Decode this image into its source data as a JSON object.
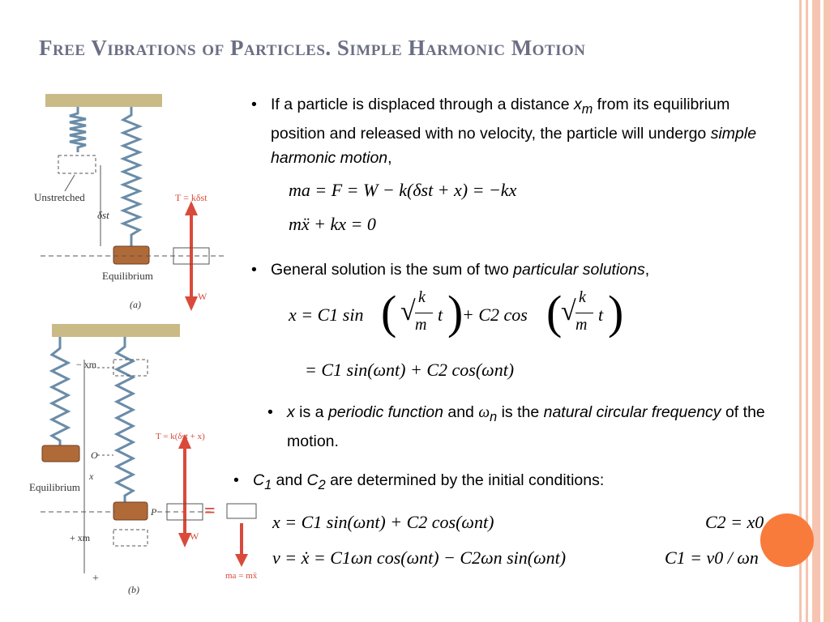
{
  "slide": {
    "title": "Free Vibrations of Particles.  Simple Harmonic Motion",
    "accent_color": "#6b6f84",
    "stripe_color": "#f6c4b0",
    "dot_color": "#f87b3c"
  },
  "figure_labels": {
    "unstretched": "Unstretched",
    "delta_st": "δst",
    "equilibrium_a": "Equilibrium",
    "tension_a": "T = kδst",
    "weight_a": "W",
    "caption_a": "(a)",
    "neg_xm": "− xm",
    "origin": "O",
    "x": "x",
    "equilibrium_b": "Equilibrium",
    "point_p": "P",
    "tension_b": "T = k(δst + x)",
    "equals": "=",
    "weight_b": "W",
    "pos_xm": "+ xm",
    "plus": "+",
    "ma": "ma = mẍ",
    "caption_b": "(b)"
  },
  "bullets": {
    "b1": {
      "bullet": "•",
      "t1": "If a particle is displaced through a distance ",
      "var": "x",
      "sub": "m",
      "t2": " from its equilibrium position and released with no velocity, the particle will undergo ",
      "emph": "simple harmonic motion",
      "t3": ","
    },
    "b2": {
      "bullet": "•",
      "t1": "General solution is the sum of two ",
      "emph": "particular solutions",
      "t2": ","
    },
    "b3": {
      "bullet": "•",
      "var": "x",
      "t1": " is a ",
      "emph1": "periodic function",
      "t2": " and ",
      "omega": "ω",
      "sub": "n",
      "t3": " is the ",
      "emph2": "natural circular frequency",
      "t4": " of the motion."
    },
    "b4": {
      "bullet": "•",
      "c1": "C",
      "s1": "1",
      "t1": " and ",
      "c2": "C",
      "s2": "2",
      "t2": " are determined by the initial conditions:"
    }
  },
  "equations": {
    "eq1": "ma = F = W − k(δst + x) = −kx",
    "eq2": "mẍ + kx = 0",
    "eq3_prefix": "x = C1 sin",
    "eq3_mid": "+ C2 cos",
    "sqrt_num": "k",
    "sqrt_den": "m",
    "t": "t",
    "eq4": "= C1 sin(ωnt) + C2 cos(ωnt)",
    "eq5": "x = C1 sin(ωnt) + C2 cos(ωnt)",
    "eq6": "v = ẋ = C1ωn cos(ωnt) − C2ωn sin(ωnt)",
    "c2_init": "C2 = x0",
    "c1_init": "C1 = v0 / ωn"
  }
}
